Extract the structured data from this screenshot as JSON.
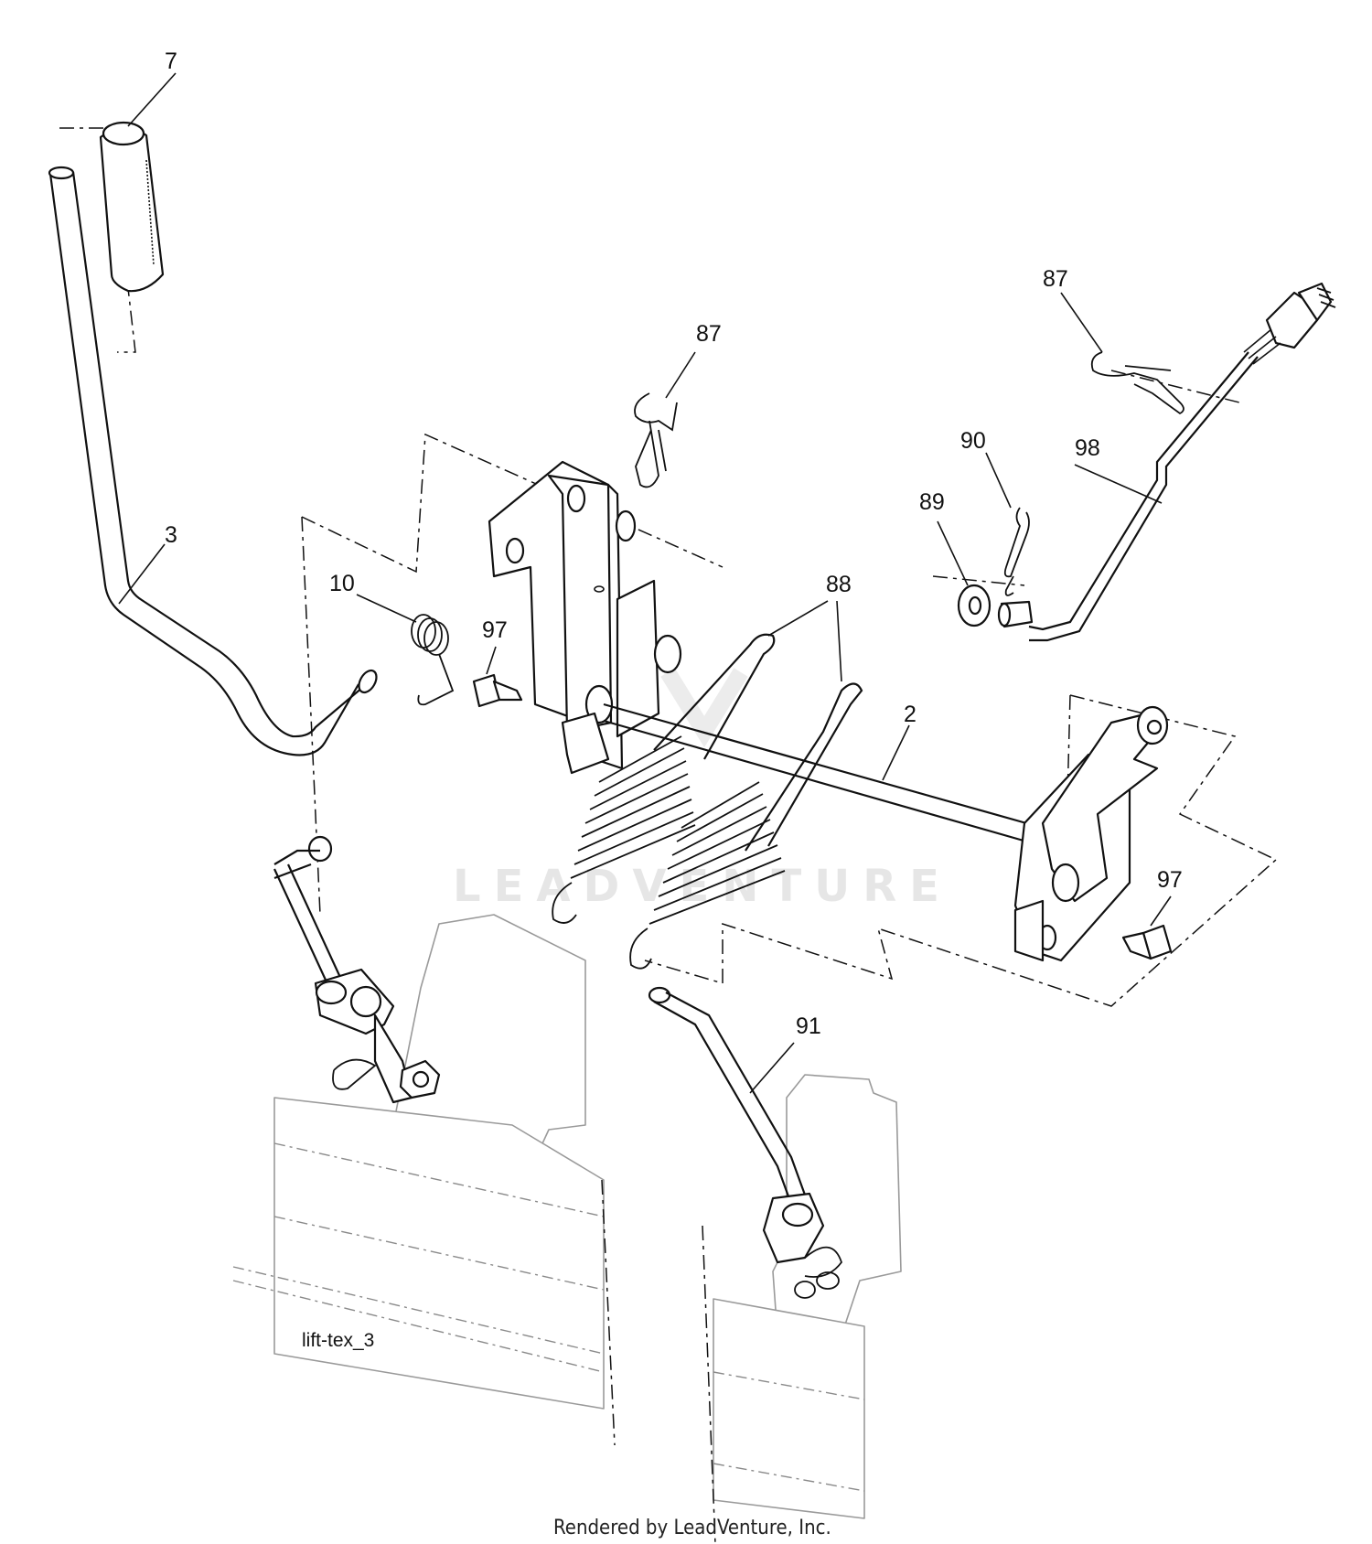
{
  "callouts": [
    {
      "id": "c7",
      "text": "7"
    },
    {
      "id": "c3",
      "text": "3"
    },
    {
      "id": "c87a",
      "text": "87"
    },
    {
      "id": "c87b",
      "text": "87"
    },
    {
      "id": "c90",
      "text": "90"
    },
    {
      "id": "c98",
      "text": "98"
    },
    {
      "id": "c89",
      "text": "89"
    },
    {
      "id": "c10",
      "text": "10"
    },
    {
      "id": "c97a",
      "text": "97"
    },
    {
      "id": "c88",
      "text": "88"
    },
    {
      "id": "c2",
      "text": "2"
    },
    {
      "id": "c97b",
      "text": "97"
    },
    {
      "id": "c91",
      "text": "91"
    }
  ],
  "caption": "lift-tex_3",
  "watermark": "LEADVENTURE",
  "footer": "Rendered by LeadVenture, Inc."
}
